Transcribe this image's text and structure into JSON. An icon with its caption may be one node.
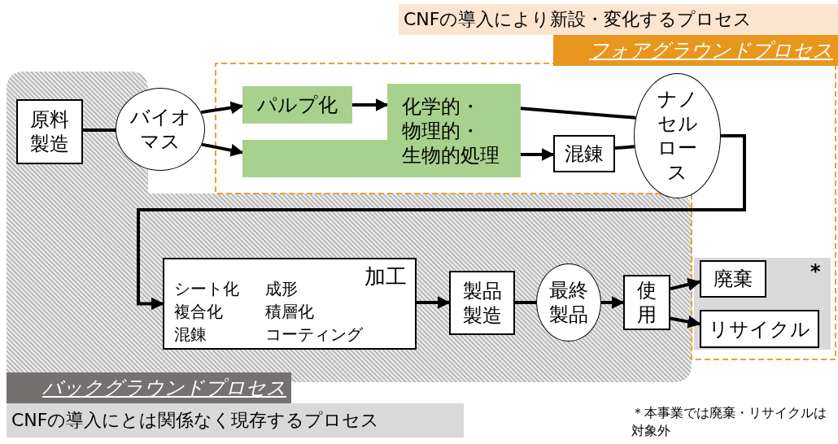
{
  "diagram": {
    "nodes": [
      {
        "text": [
          "原料製造"
        ]
      },
      {
        "text": [
          "バイオマス"
        ]
      },
      {
        "text": [
          "パルプ化"
        ]
      },
      {
        "text": [],
        "shape": "bar"
      },
      {
        "text": [
          "化学的・物理的・生物的処理"
        ]
      },
      {
        "text": [
          "混錬"
        ]
      },
      {
        "text": [
          "ナノセルロース"
        ]
      },
      {
        "text": [
          "加工",
          "シート化",
          "成形",
          "複合化",
          "積層化",
          "混錬",
          "コーティング"
        ]
      },
      {
        "text": [
          "製品製造"
        ]
      },
      {
        "text": [
          "最終製品"
        ]
      },
      {
        "text": [
          "使用"
        ]
      },
      {
        "text": [
          "廃棄"
        ]
      },
      {
        "text": [
          "リサイクル"
        ]
      }
    ],
    "edges": [
      {
        "from": 0,
        "to": 1,
        "arrow": "none"
      },
      {
        "from": 1,
        "to": 2,
        "arrow": "to"
      },
      {
        "from": 1,
        "to": 3,
        "arrow": "to"
      },
      {
        "from": 2,
        "to": 4,
        "arrow": "to"
      },
      {
        "from": 4,
        "to": 6,
        "arrow": "none"
      },
      {
        "from": 4,
        "to": 5,
        "arrow": "to"
      },
      {
        "from": 5,
        "to": 6,
        "arrow": "none"
      },
      {
        "from": 6,
        "to": 7,
        "arrow": "to"
      },
      {
        "from": 7,
        "to": 8,
        "arrow": "to"
      },
      {
        "from": 8,
        "to": 9,
        "arrow": "none"
      },
      {
        "from": 9,
        "to": 10,
        "arrow": "to"
      },
      {
        "from": 10,
        "to": 11,
        "arrow": "to"
      },
      {
        "from": 10,
        "to": 12,
        "arrow": "to"
      }
    ],
    "labels": [
      "CNFの導入により新設・変化するプロセス",
      "フォアグラウンドプロセス",
      "*",
      "バックグラウンドプロセス",
      "CNFの導入にとは関係なく現存するプロセス",
      "＊本事業では廃棄・リサイクルは対象外"
    ]
  }
}
